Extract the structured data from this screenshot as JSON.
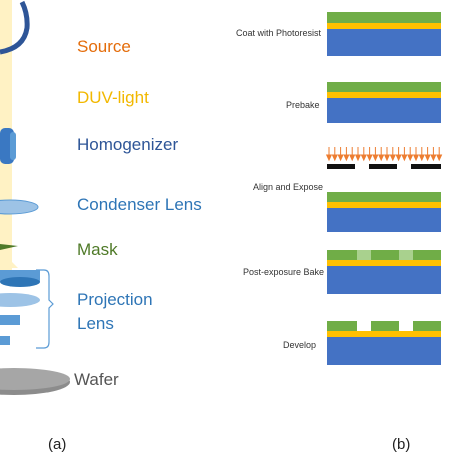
{
  "panel_a": {
    "tag": "(a)",
    "labels": {
      "source": "Source",
      "duv_light": "DUV-light",
      "homogenizer": "Homogenizer",
      "condenser_lens": "Condenser Lens",
      "mask": "Mask",
      "projection_lens_line1": "Projection",
      "projection_lens_line2": "Lens",
      "wafer": "Wafer"
    }
  },
  "panel_b": {
    "tag": "(b)",
    "steps": {
      "coat": "Coat with Photoresist",
      "prebake": "Prebake",
      "align_expose": "Align and Expose",
      "post_exposure_bake": "Post-exposure Bake",
      "develop": "Develop"
    }
  },
  "colors": {
    "source": "#e46c0a",
    "duv_light": "#f2b800",
    "homogenizer": "#2e5597",
    "condenser": "#2e75b6",
    "mask": "#4f7a28",
    "projection": "#2e75b6",
    "wafer": "#555555",
    "photoresist": "#70ad47",
    "photoresist_exposed": "#a9d18e",
    "oxide": "#ffc000",
    "substrate": "#4472c4",
    "beam": "#fff2c4",
    "arrows": "#ed7d31"
  }
}
